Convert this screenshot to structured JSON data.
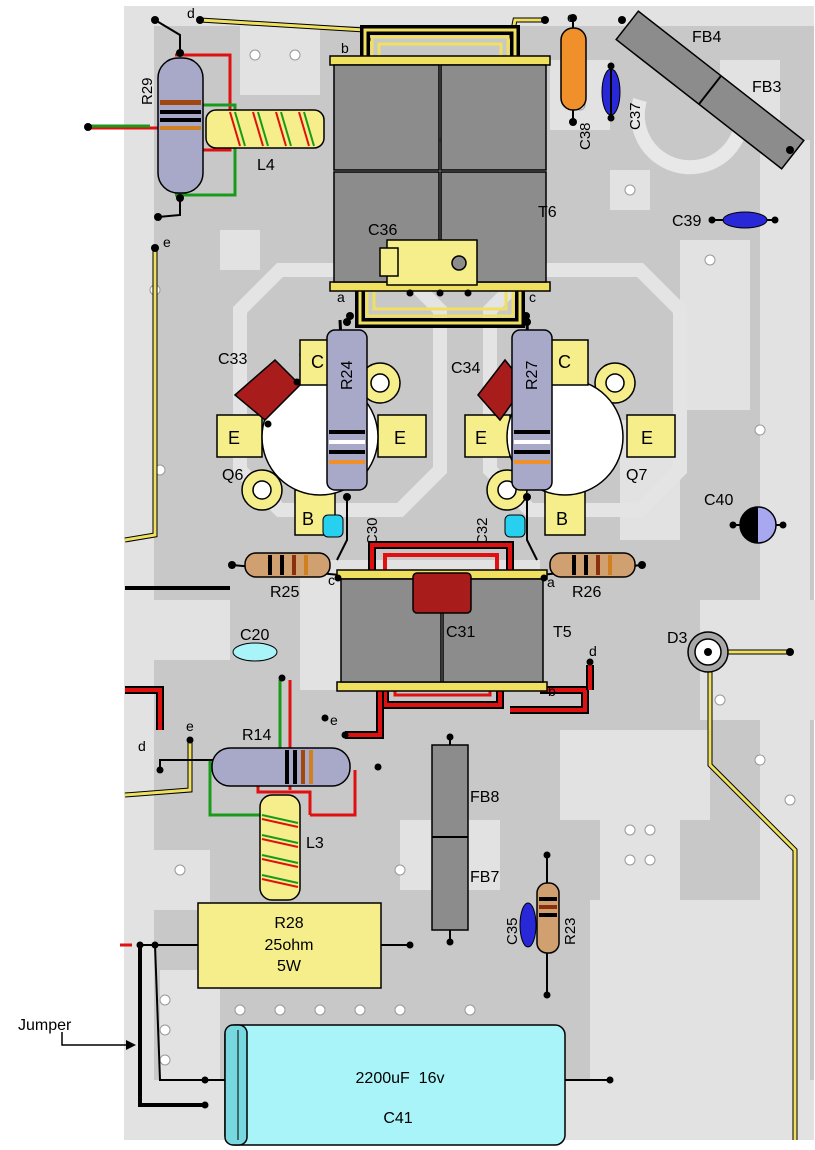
{
  "labels": {
    "r29": "R29",
    "l4": "L4",
    "t6": "T6",
    "c36": "C36",
    "fb4": "FB4",
    "fb3": "FB3",
    "c38": "C38",
    "c37": "C37",
    "c39": "C39",
    "c33": "C33",
    "r24": "R24",
    "c34": "C34",
    "r27": "R27",
    "q6": "Q6",
    "q7": "Q7",
    "c30": "C30",
    "c32": "C32",
    "r25": "R25",
    "r26": "R26",
    "c31": "C31",
    "t5": "T5",
    "c40": "C40",
    "d3": "D3",
    "c20": "C20",
    "r14": "R14",
    "l3": "L3",
    "fb8": "FB8",
    "fb7": "FB7",
    "c35": "C35",
    "r23": "R23",
    "r28": "R28",
    "r28_value": "25ohm",
    "r28_power": "5W",
    "c41": "C41",
    "c41_value": "2200uF  16v",
    "jumper": "Jumper"
  },
  "pins": {
    "c": "C",
    "e": "E",
    "b": "B"
  },
  "nodes": {
    "a": "a",
    "b": "b",
    "c": "c",
    "d": "d",
    "e": "e"
  },
  "colors": {
    "board": "#c8c8c8",
    "pad": "#e0e0e0",
    "ferrite": "#8c8c8c",
    "winding_yellow": "#f0e060",
    "wire_red": "#e01010",
    "wire_green": "#1a9a1a",
    "transistor_pad": "#f5ee8a",
    "cap_red": "#a81c1c",
    "cap_blue": "#2828d8",
    "cap_cyan": "#28d0f0",
    "cap_orange": "#f0902a",
    "electrolytic": "#a8f4f8"
  }
}
